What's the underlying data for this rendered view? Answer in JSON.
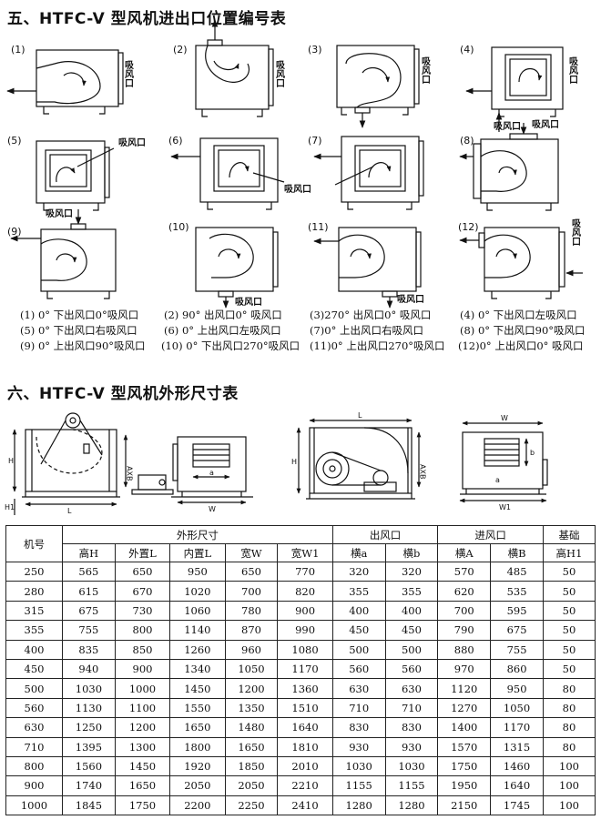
{
  "section5": {
    "title": "五、HTFC-V 型风机进出口位置编号表",
    "inlet_label": "吸风口",
    "diagrams": [
      {
        "num": "(1)"
      },
      {
        "num": "(2)"
      },
      {
        "num": "(3)"
      },
      {
        "num": "(4)"
      },
      {
        "num": "(5)"
      },
      {
        "num": "(6)"
      },
      {
        "num": "(7)"
      },
      {
        "num": "(8)"
      },
      {
        "num": "(9)"
      },
      {
        "num": "(10)"
      },
      {
        "num": "(11)"
      },
      {
        "num": "(12)"
      }
    ],
    "captions": [
      "(1) 0° 下出风口0°吸风口",
      "(2)  90° 出风口0° 吸风口",
      "(3)270° 出风口0° 吸风口",
      "(4) 0° 下出风口左吸风口",
      "(5) 0° 下出风口右吸风口",
      "(6)  0° 上出风口左吸风口",
      "(7)0° 上出风口右吸风口",
      "(8) 0°  下出风口90°吸风口",
      "(9) 0° 上出风口90°吸风口",
      "(10) 0° 下出风口270°吸风口",
      "(11)0° 上出风口270°吸风口",
      "(12)0° 上出风口0° 吸风口"
    ]
  },
  "section6": {
    "title": "六、HTFC-V 型风机外形尺寸表",
    "dim_labels": {
      "H": "H",
      "L": "L",
      "AXB": "AXB",
      "H1": "H1",
      "W": "W",
      "W1": "W1",
      "a": "a",
      "b": "b"
    },
    "table": {
      "col_model": "机号",
      "group_outer": "外形尺寸",
      "group_outlet": "出风口",
      "group_inlet": "进风口",
      "group_base": "基础",
      "subheaders": [
        "高H",
        "外置L",
        "内置L",
        "宽W",
        "宽W1",
        "横a",
        "横b",
        "横A",
        "横B",
        "高H1"
      ],
      "rows": [
        [
          "250",
          "565",
          "650",
          "950",
          "650",
          "770",
          "320",
          "320",
          "570",
          "485",
          "50"
        ],
        [
          "280",
          "615",
          "670",
          "1020",
          "700",
          "820",
          "355",
          "355",
          "620",
          "535",
          "50"
        ],
        [
          "315",
          "675",
          "730",
          "1060",
          "780",
          "900",
          "400",
          "400",
          "700",
          "595",
          "50"
        ],
        [
          "355",
          "755",
          "800",
          "1140",
          "870",
          "990",
          "450",
          "450",
          "790",
          "675",
          "50"
        ],
        [
          "400",
          "835",
          "850",
          "1260",
          "960",
          "1080",
          "500",
          "500",
          "880",
          "755",
          "50"
        ],
        [
          "450",
          "940",
          "900",
          "1340",
          "1050",
          "1170",
          "560",
          "560",
          "970",
          "860",
          "50"
        ],
        [
          "500",
          "1030",
          "1000",
          "1450",
          "1200",
          "1360",
          "630",
          "630",
          "1120",
          "950",
          "80"
        ],
        [
          "560",
          "1130",
          "1100",
          "1550",
          "1350",
          "1510",
          "710",
          "710",
          "1270",
          "1050",
          "80"
        ],
        [
          "630",
          "1250",
          "1200",
          "1650",
          "1480",
          "1640",
          "830",
          "830",
          "1400",
          "1170",
          "80"
        ],
        [
          "710",
          "1395",
          "1300",
          "1800",
          "1650",
          "1810",
          "930",
          "930",
          "1570",
          "1315",
          "80"
        ],
        [
          "800",
          "1560",
          "1450",
          "1920",
          "1850",
          "2010",
          "1030",
          "1030",
          "1750",
          "1460",
          "100"
        ],
        [
          "900",
          "1740",
          "1650",
          "2050",
          "2050",
          "2210",
          "1155",
          "1155",
          "1950",
          "1640",
          "100"
        ],
        [
          "1000",
          "1845",
          "1750",
          "2200",
          "2250",
          "2410",
          "1280",
          "1280",
          "2150",
          "1745",
          "100"
        ]
      ]
    }
  }
}
